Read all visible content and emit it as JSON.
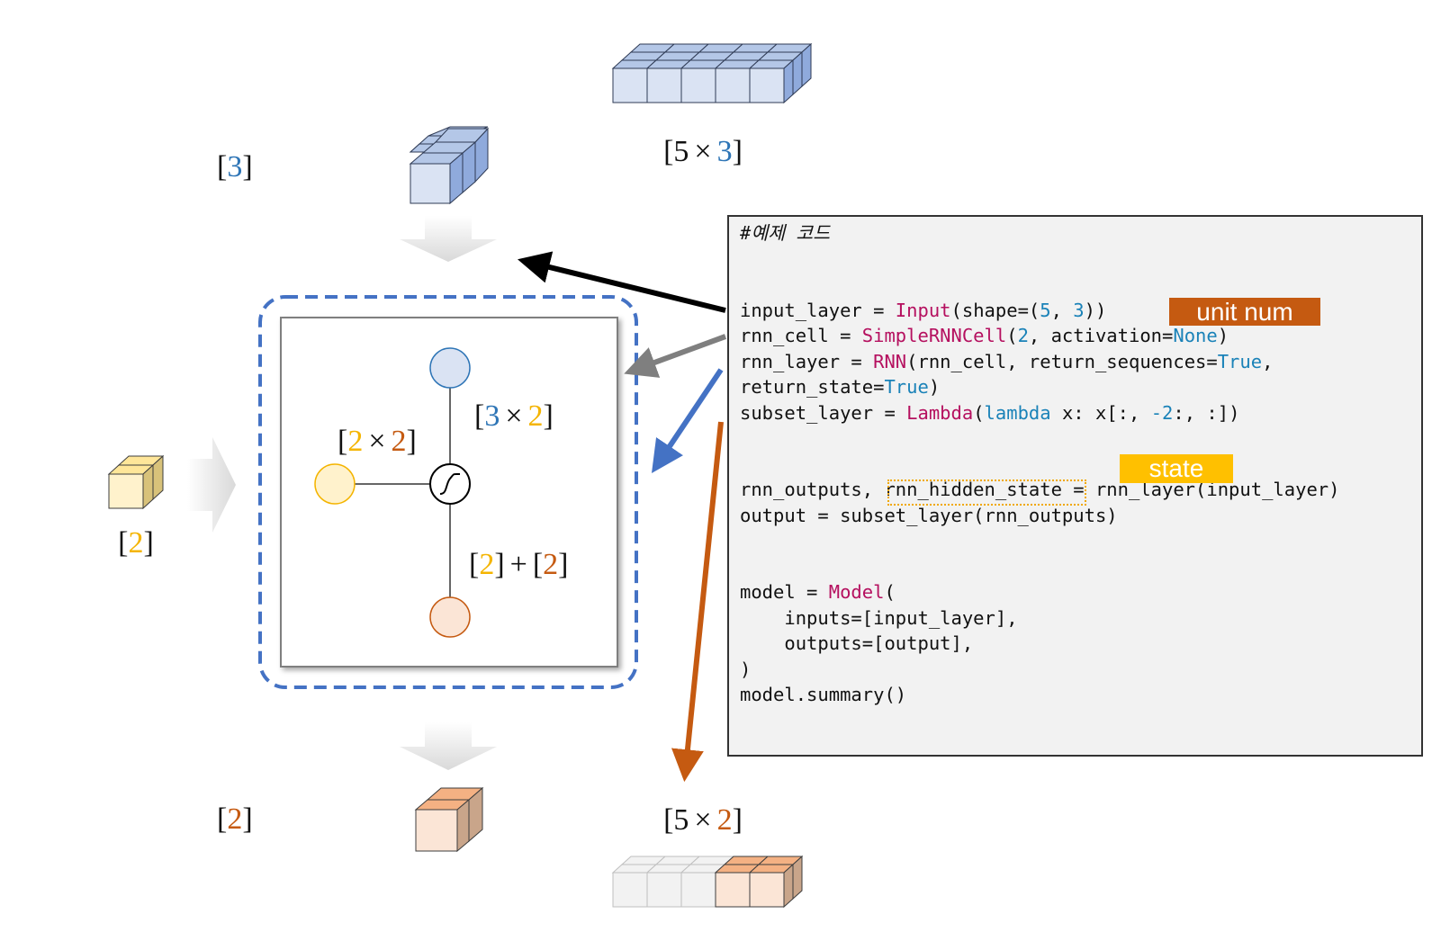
{
  "top_input_label": {
    "open": "[",
    "a": "5",
    "times": "×",
    "b": "3",
    "close": "]"
  },
  "per_step_input_label": {
    "open": "[",
    "value": "3",
    "close": "]"
  },
  "left_input_label": {
    "open": "[",
    "value": "2",
    "close": "]"
  },
  "cell": {
    "weight_input_label": {
      "open": "[",
      "a": "3",
      "times": "×",
      "b": "2",
      "close": "]"
    },
    "weight_recurrent_label": {
      "open": "[",
      "a": "2",
      "times": "×",
      "b": "2",
      "close": "]"
    },
    "bias_label": {
      "open1": "[",
      "a": "2",
      "close1": "]",
      "plus": "+",
      "open2": "[",
      "b": "2",
      "close2": "]"
    },
    "activation_symbol": "∫"
  },
  "per_step_output_label": {
    "open": "[",
    "value": "2",
    "close": "]"
  },
  "bottom_output_label": {
    "open": "[",
    "a": "5",
    "times": "×",
    "b": "2",
    "close": "]"
  },
  "code": {
    "comment": "#예제 코드",
    "annotation_unit_num": "unit num",
    "annotation_state": "state"
  },
  "colors": {
    "blue_value": "#2e75b6",
    "yellow_value": "#f4b400",
    "orange_value": "#c55a11",
    "dashed_frame": "#4472c4",
    "arrow_black": "#000000",
    "arrow_gray": "#7f7f7f",
    "arrow_blue": "#4472c4",
    "arrow_orange": "#c55a11"
  }
}
